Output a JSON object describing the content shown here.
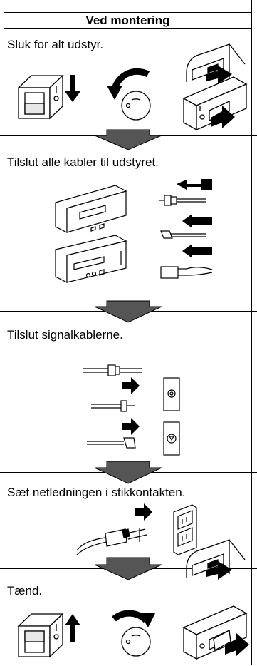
{
  "header": {
    "title": "Ved montering"
  },
  "steps": [
    {
      "label": "Sluk for alt udstyr."
    },
    {
      "label": "Tilslut alle kabler til udstyret."
    },
    {
      "label": "Tilslut signalkablerne."
    },
    {
      "label": "Sæt netledningen i stikkontakten."
    },
    {
      "label": "Tænd."
    }
  ]
}
